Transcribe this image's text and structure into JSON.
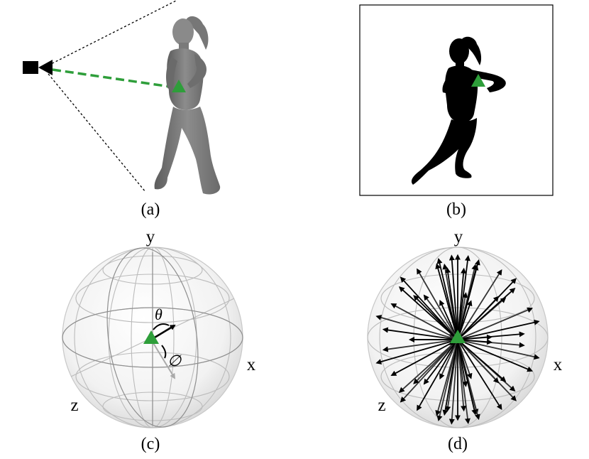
{
  "panels": {
    "a": {
      "caption": "(a)"
    },
    "b": {
      "caption": "(b)"
    },
    "c": {
      "caption": "(c)",
      "axes": {
        "y": "y",
        "x": "x",
        "z": "z"
      },
      "angle_theta": "θ",
      "angle_phi": "∅"
    },
    "d": {
      "caption": "(d)",
      "axes": {
        "y": "y",
        "x": "x",
        "z": "z"
      }
    }
  },
  "colors": {
    "marker": "#2e9e3a",
    "ray": "#2e9e3a",
    "silhouette": "#000000",
    "figure_gray": "#7a7a7a"
  }
}
